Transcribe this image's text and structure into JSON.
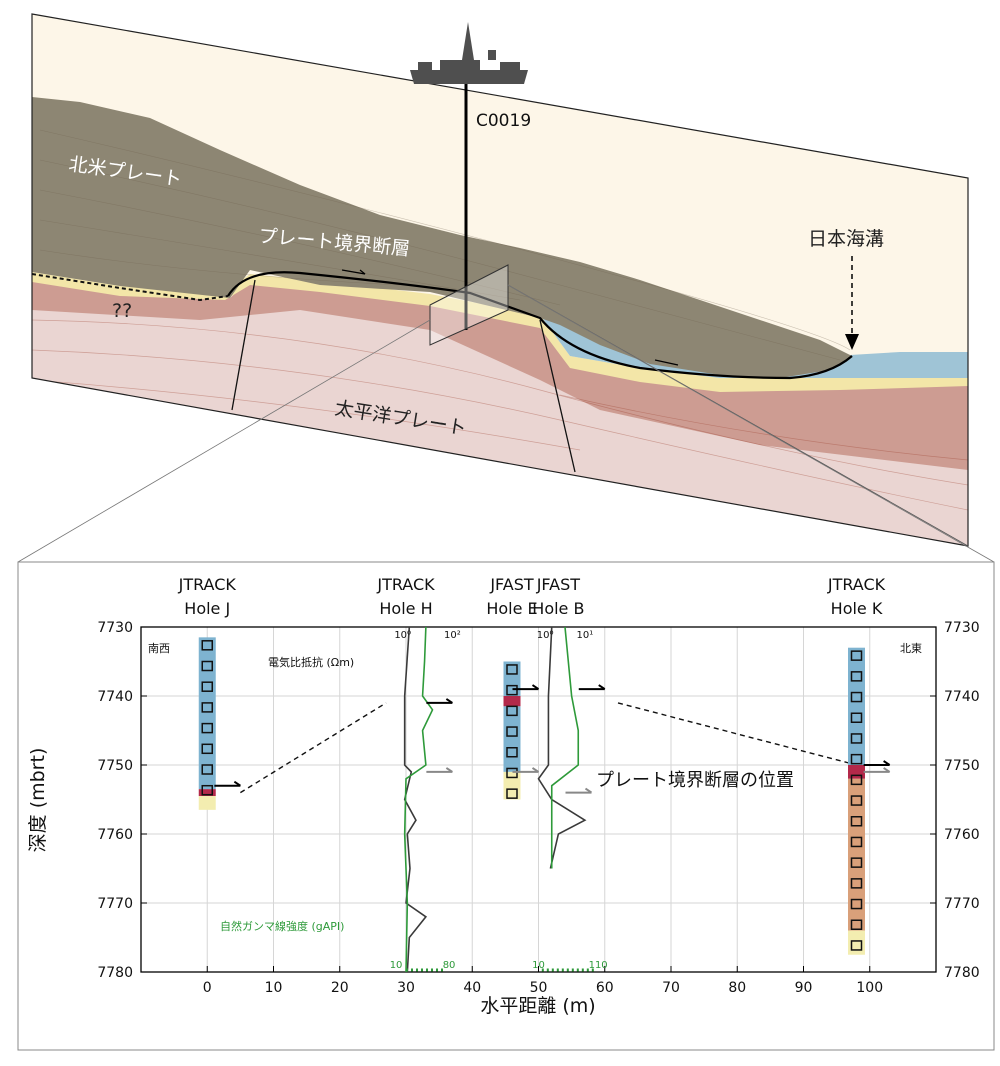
{
  "section": {
    "ship_label": "C0019",
    "labels": {
      "north_american_plate": "北米プレート",
      "plate_boundary_fault": "プレート境界断層",
      "unknown": "??",
      "pacific_plate": "太平洋プレート",
      "japan_trench": "日本海溝"
    }
  },
  "chart": {
    "xlabel": "水平距離 (m)",
    "ylabel": "深度 (mbrt)",
    "xlim": [
      -10,
      110
    ],
    "ylim": [
      7730,
      7780
    ],
    "xticks": [
      "0",
      "10",
      "20",
      "30",
      "40",
      "50",
      "60",
      "70",
      "80",
      "90",
      "100"
    ],
    "yticks": [
      "7730",
      "7740",
      "7750",
      "7760",
      "7770",
      "7780"
    ],
    "direction_left": "南西",
    "direction_right": "北東",
    "fault_label": "プレート境界断層の位置",
    "resistivity_label": "電気比抵抗 (Ωm)",
    "gamma_label": "自然ガンマ線強度 (gAPI)",
    "holes": [
      {
        "line1": "JTRACK",
        "line2": "Hole J",
        "x": 0
      },
      {
        "line1": "JTRACK",
        "line2": "Hole H",
        "x": 30
      },
      {
        "line1": "JFAST",
        "line2": "Hole E",
        "x": 46
      },
      {
        "line1": "JFAST",
        "line2": "Hole B",
        "x": 53
      },
      {
        "line1": "JTRACK",
        "line2": "Hole K",
        "x": 98
      }
    ],
    "log_scales": {
      "H_res": {
        "min": "10⁰",
        "max": "10²"
      },
      "H_gr": {
        "min": "10",
        "max": "80"
      },
      "B_res": {
        "min": "10⁰",
        "max": "10¹"
      },
      "B_gr": {
        "min": "10",
        "max": "110"
      }
    }
  },
  "chart_data": {
    "type": "line",
    "xlabel": "水平距離 (m)",
    "ylabel": "深度 (mbrt)",
    "xlim": [
      -10,
      110
    ],
    "ylim": [
      7780,
      7730
    ],
    "grid": true,
    "core_columns": [
      {
        "hole": "Hole J",
        "x": 0,
        "segments": [
          {
            "top": 7731.5,
            "bottom": 7753.5,
            "lith": "blue"
          },
          {
            "top": 7753.5,
            "bottom": 7754.5,
            "lith": "red"
          },
          {
            "top": 7754.5,
            "bottom": 7756.5,
            "lith": "yellow"
          }
        ],
        "fault_depth": 7753.5
      },
      {
        "hole": "Hole E",
        "x": 46,
        "segments": [
          {
            "top": 7735,
            "bottom": 7740,
            "lith": "blue"
          },
          {
            "top": 7740,
            "bottom": 7741.5,
            "lith": "red"
          },
          {
            "top": 7741.5,
            "bottom": 7751,
            "lith": "blue"
          },
          {
            "top": 7751,
            "bottom": 7755,
            "lith": "yellow"
          }
        ],
        "fault_depth": 7740.5
      },
      {
        "hole": "Hole K",
        "x": 98,
        "segments": [
          {
            "top": 7733,
            "bottom": 7750,
            "lith": "blue"
          },
          {
            "top": 7750,
            "bottom": 7752,
            "lith": "red"
          },
          {
            "top": 7752,
            "bottom": 7774,
            "lith": "brown"
          },
          {
            "top": 7774,
            "bottom": 7777.5,
            "lith": "yellow"
          }
        ],
        "fault_depth": 7750
      }
    ],
    "fault_arrows": [
      {
        "x": 5,
        "depth": 7753,
        "color": "black"
      },
      {
        "x": 37,
        "depth": 7741,
        "color": "black"
      },
      {
        "x": 37,
        "depth": 7751,
        "color": "gray"
      },
      {
        "x": 50,
        "depth": 7739,
        "color": "black"
      },
      {
        "x": 50,
        "depth": 7751,
        "color": "gray"
      },
      {
        "x": 60,
        "depth": 7739,
        "color": "black"
      },
      {
        "x": 58,
        "depth": 7754,
        "color": "gray"
      },
      {
        "x": 103,
        "depth": 7750,
        "color": "black"
      },
      {
        "x": 103,
        "depth": 7751,
        "color": "gray"
      }
    ],
    "fault_correlation_lines": [
      {
        "from": {
          "x": 5,
          "depth": 7754
        },
        "to": {
          "x": 27,
          "depth": 7741
        }
      },
      {
        "from": {
          "x": 62,
          "depth": 7741
        },
        "to": {
          "x": 98,
          "depth": 7750
        }
      }
    ],
    "logs": [
      {
        "hole": "Hole H",
        "name": "電気比抵抗 (Ωm)",
        "color": "#3a3a3a",
        "depth": [
          7730,
          7740,
          7750,
          7751,
          7755,
          7758,
          7760,
          7765,
          7770,
          7772,
          7775,
          7780
        ],
        "x": [
          30.5,
          29.8,
          29.8,
          30.8,
          29.8,
          31.5,
          30.2,
          30.6,
          30.0,
          33,
          30.5,
          30.2
        ]
      },
      {
        "hole": "Hole H",
        "name": "自然ガンマ線強度 (gAPI)",
        "color": "#2e9a3a",
        "depth": [
          7730,
          7735,
          7740,
          7742,
          7745,
          7750,
          7752,
          7760,
          7770,
          7780
        ],
        "x": [
          33,
          32.8,
          32.5,
          34,
          32.5,
          33,
          30,
          29.8,
          30.2,
          30
        ]
      },
      {
        "hole": "Hole B",
        "name": "電気比抵抗 (Ωm)",
        "color": "#3a3a3a",
        "depth": [
          7730,
          7740,
          7750,
          7752,
          7755,
          7758,
          7760,
          7765
        ],
        "x": [
          52,
          51.5,
          51.5,
          50,
          52,
          57,
          53,
          51.8
        ]
      },
      {
        "hole": "Hole B",
        "name": "自然ガンマ線強度 (gAPI)",
        "color": "#2e9a3a",
        "depth": [
          7730,
          7740,
          7745,
          7750,
          7753,
          7760,
          7765
        ],
        "x": [
          54,
          55,
          56,
          56,
          52,
          52,
          52
        ]
      }
    ]
  },
  "colors": {
    "sky": "#fdf6e8",
    "sediment": "#8c8572",
    "water": "#9fc4d6",
    "yellow_layer": "#f3e6a8",
    "pacific": "#e9d2cf",
    "core_blue": "#7eb3d0",
    "core_red": "#b3294a",
    "core_yellow": "#f3edb0",
    "core_brown": "#d9a07a",
    "gamma": "#2e9a3a",
    "resistivity": "#3a3a3a"
  }
}
